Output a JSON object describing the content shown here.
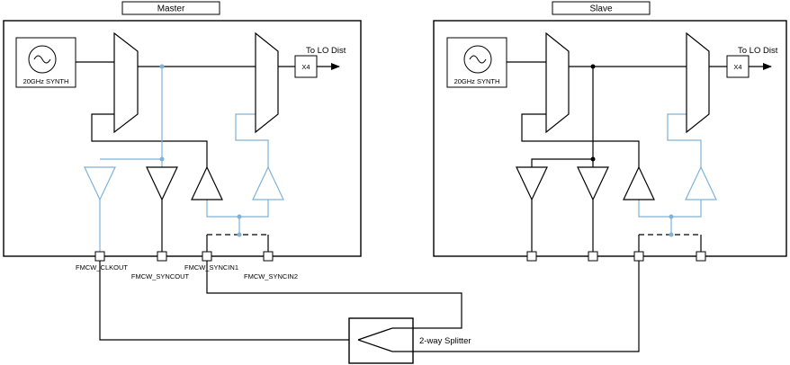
{
  "master": {
    "title": "Master",
    "synth_label": "20GHz  SYNTH",
    "to_lo_label": "To LO Dist",
    "mult_label": "X4",
    "pins": [
      "FMCW_CLKOUT",
      "FMCW_SYNCOUT",
      "FMCW_SYNCIN1",
      "FMCW_SYNCIN2"
    ]
  },
  "slave": {
    "title": "Slave",
    "synth_label": "20GHz  SYNTH",
    "to_lo_label": "To LO Dist",
    "mult_label": "X4"
  },
  "splitter": {
    "label": "2-way Splitter"
  },
  "colors": {
    "line": "#000000",
    "signal_blue": "#7fb2d6"
  }
}
